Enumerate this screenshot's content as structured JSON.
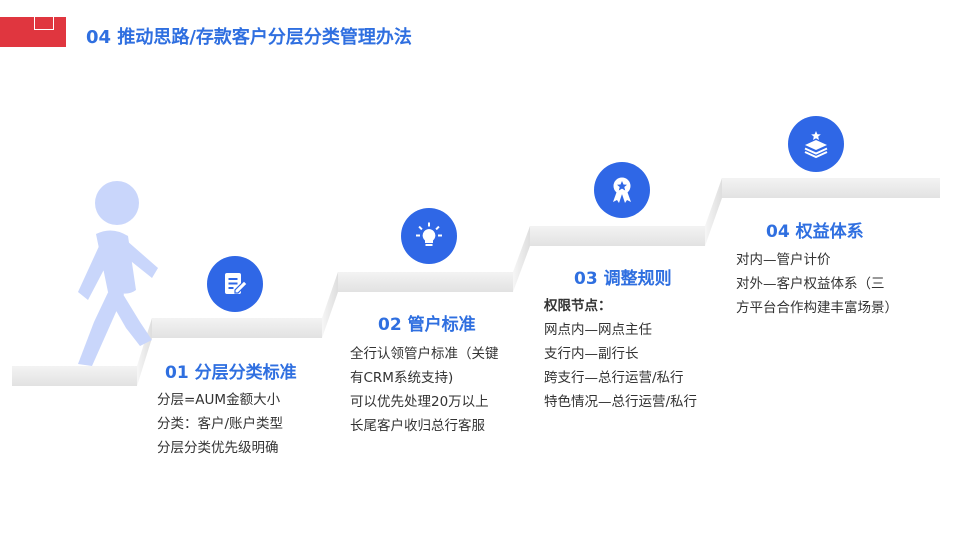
{
  "title": "04 推动思路/存款客户分层分类管理办法",
  "colors": {
    "accent_red": "#e0363f",
    "primary_blue": "#2f6fe0",
    "icon_blue": "#2f67e6",
    "figure_blue": "#c9d6fb",
    "step_gray": "#ebebeb"
  },
  "steps": [
    {
      "icon": "document-edit-icon",
      "title": "01 分层分类标准",
      "lines": [
        "分层=AUM金额大小",
        "分类：客户/账户类型",
        "分层分类优先级明确"
      ]
    },
    {
      "icon": "lightbulb-icon",
      "title": "02 管户标准",
      "lines": [
        "全行认领管户标准（关键",
        "有CRM系统支持)",
        "可以优先处理20万以上",
        "长尾客户收归总行客服"
      ]
    },
    {
      "icon": "award-ribbon-icon",
      "title": "03 调整规则",
      "heading": "权限节点：",
      "lines": [
        "网点内—网点主任",
        "支行内—副行长",
        "跨支行—总行运营/私行",
        "特色情况—总行运营/私行"
      ]
    },
    {
      "icon": "layers-star-icon",
      "title": "04 权益体系",
      "lines": [
        "对内—管户计价",
        "对外—客户权益体系（三",
        "方平台合作构建丰富场景）"
      ]
    }
  ]
}
